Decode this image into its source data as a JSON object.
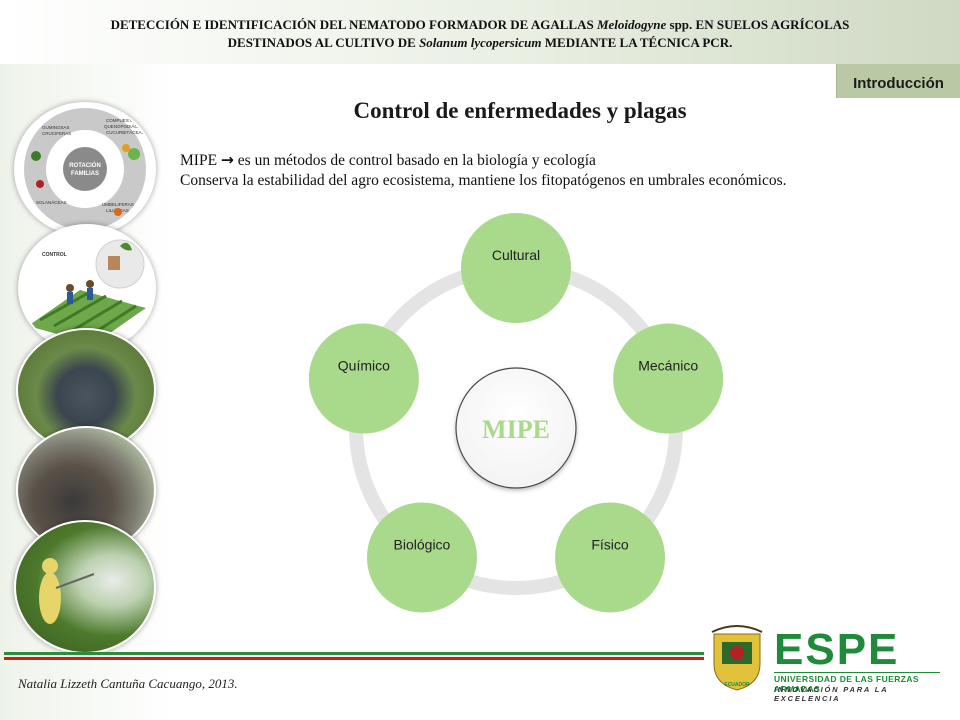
{
  "header": {
    "title_part1": "DETECCIÓN E IDENTIFICACIÓN DEL NEMATODO FORMADOR DE AGALLAS ",
    "title_italic1": "Meloidogyne",
    "title_part2": " spp. EN SUELOS AGRÍCOLAS",
    "title_line2_part1": "DESTINADOS AL CULTIVO DE ",
    "title_italic2": "Solanum lycopersicum",
    "title_line2_part2": " MEDIANTE LA TÉCNICA PCR."
  },
  "section_tab": "Introducción",
  "page_title": "Control de enfermedades y plagas",
  "intro": {
    "line1_a": "MIPE",
    "arrow": "→",
    "line1_b": " es un métodos de control basado en la biología y ecología",
    "line2": "Conserva la estabilidad del agro ecosistema, mantiene los fitopatógenos en umbrales económicos."
  },
  "thumbnails": {
    "rotation": {
      "center_line1": "ROTACIÓN",
      "center_line2": "FAMILIAS",
      "seg1": "GUMINOSAS",
      "seg2": "CRUCIFERAS",
      "seg3": "COMPUESTAS",
      "seg4": "QUENOPODIÁCEAS",
      "seg5": "CUCURBITÁCEAS",
      "seg6": "UMBELIFERAS",
      "seg7": "LILIÁCEAS",
      "seg8": "SOLANÁCEAS"
    },
    "control_label": "CONTROL"
  },
  "diagram": {
    "center": "MIPE",
    "nodes": [
      "Cultural",
      "Mecánico",
      "Físico",
      "Biológico",
      "Químico"
    ],
    "colors": {
      "node": "#a9d98a",
      "ring": "#e4e4e4",
      "center_border": "#4a4a4a"
    }
  },
  "footer": {
    "credit": "Natalia Lizzeth Cantuña Cacuango, 2013.",
    "line_colors": [
      "#2e8b3c",
      "#c8201d"
    ]
  },
  "logo": {
    "word": "ESPE",
    "subtitle": "UNIVERSIDAD DE LAS FUERZAS ARMADAS",
    "tagline": "INNOVACIÓN PARA LA EXCELENCIA",
    "crest_label": "ECUADOR",
    "color": "#1f8a3a"
  }
}
